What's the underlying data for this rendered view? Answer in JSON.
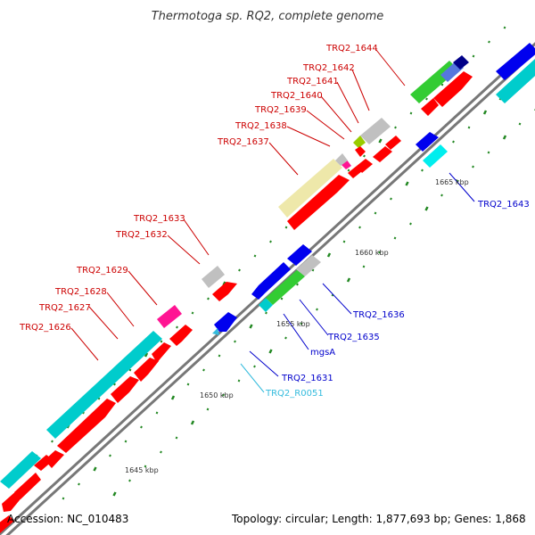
{
  "title": "Thermotoga sp. RQ2, complete genome",
  "footer": {
    "accession": "Accession: NC_010483",
    "summary": "Topology: circular; Length: 1,877,693 bp; Genes: 1,868"
  },
  "scale_labels": [
    "1645 kbp",
    "1650 kbp",
    "1655 kbp",
    "1660 kbp",
    "1665 kbp"
  ],
  "gene_labels": {
    "TRQ2_1644": "TRQ2_1644",
    "TRQ2_1642": "TRQ2_1642",
    "TRQ2_1641": "TRQ2_1641",
    "TRQ2_1640": "TRQ2_1640",
    "TRQ2_1639": "TRQ2_1639",
    "TRQ2_1638": "TRQ2_1638",
    "TRQ2_1637": "TRQ2_1637",
    "TRQ2_1633": "TRQ2_1633",
    "TRQ2_1632": "TRQ2_1632",
    "TRQ2_1629": "TRQ2_1629",
    "TRQ2_1628": "TRQ2_1628",
    "TRQ2_1627": "TRQ2_1627",
    "TRQ2_1626": "TRQ2_1626",
    "TRQ2_1643": "TRQ2_1643",
    "TRQ2_1636": "TRQ2_1636",
    "TRQ2_1635": "TRQ2_1635",
    "mgsA": "mgsA",
    "TRQ2_1631": "TRQ2_1631",
    "TRQ2_R0051": "TRQ2_R0051"
  },
  "colors": {
    "forward_strand_label": "#cc0000",
    "reverse_strand_label": "#0000cc",
    "rna_label": "#33bbdd",
    "backbone": "#808080",
    "tick": "#228822"
  }
}
